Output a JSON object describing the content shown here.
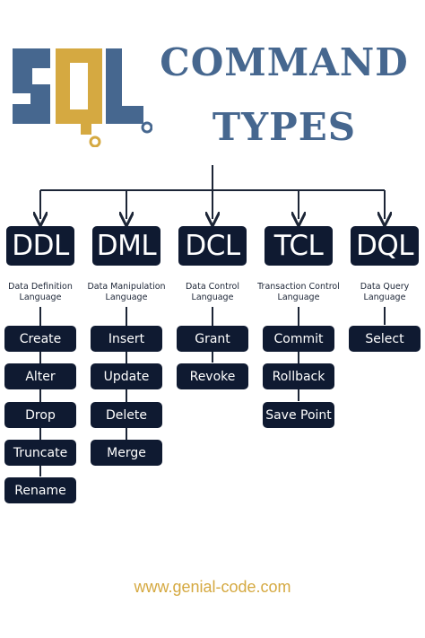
{
  "header": {
    "logo_text": "SQL",
    "title_line1": "COMMAND",
    "title_line2": "TYPES"
  },
  "colors": {
    "navy": "#0f1a31",
    "slate_blue": "#46678f",
    "gold": "#d5a941"
  },
  "categories": [
    {
      "abbr": "DDL",
      "desc_line1": "Data Definition",
      "desc_line2": "Language",
      "commands": [
        "Create",
        "Alter",
        "Drop",
        "Truncate",
        "Rename"
      ]
    },
    {
      "abbr": "DML",
      "desc_line1": "Data Manipulation",
      "desc_line2": "Language",
      "commands": [
        "Insert",
        "Update",
        "Delete",
        "Merge"
      ]
    },
    {
      "abbr": "DCL",
      "desc_line1": "Data Control",
      "desc_line2": "Language",
      "commands": [
        "Grant",
        "Revoke"
      ]
    },
    {
      "abbr": "TCL",
      "desc_line1": "Transaction Control",
      "desc_line2": "Language",
      "commands": [
        "Commit",
        "Rollback",
        "Save Point"
      ]
    },
    {
      "abbr": "DQL",
      "desc_line1": "Data Query",
      "desc_line2": "Language",
      "commands": [
        "Select"
      ]
    }
  ],
  "footer": {
    "url": "www.genial-code.com"
  }
}
